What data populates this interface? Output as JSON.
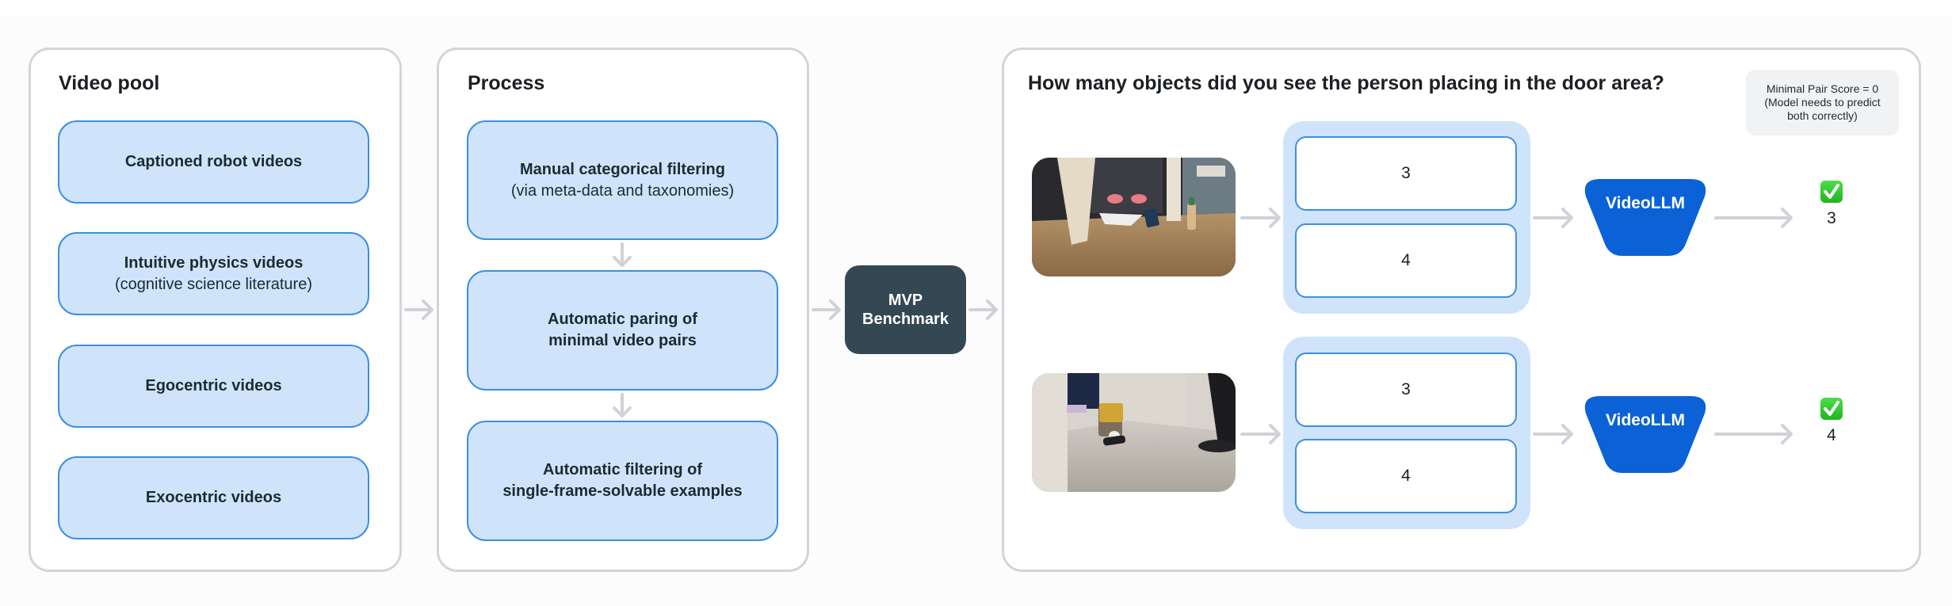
{
  "video_pool": {
    "title": "Video pool",
    "items": [
      {
        "line1": "Captioned robot videos",
        "line2": ""
      },
      {
        "line1": "Intuitive physics videos",
        "line2": "(cognitive science literature)"
      },
      {
        "line1": "Egocentric videos",
        "line2": ""
      },
      {
        "line1": "Exocentric videos",
        "line2": ""
      }
    ]
  },
  "process": {
    "title": "Process",
    "steps": [
      {
        "line1": "Manual categorical filtering",
        "line2": "(via meta-data and taxonomies)"
      },
      {
        "line1": "Automatic paring of",
        "line2": "minimal video pairs"
      },
      {
        "line1": "Automatic filtering of",
        "line2": "single-frame-solvable examples"
      }
    ]
  },
  "benchmark": {
    "line1": "MVP",
    "line2": "Benchmark"
  },
  "example": {
    "question": "How many objects did you see the person placing in the door area?",
    "score_note": {
      "line1": "Minimal Pair Score = 0",
      "line2": "(Model needs to predict",
      "line3": "both correctly)"
    },
    "rows": [
      {
        "thumbnail": "video-frame-door-bottle",
        "choices": [
          "3",
          "4"
        ],
        "model_label": "VideoLLM",
        "result_icon": "check-mark-icon",
        "prediction": "3"
      },
      {
        "thumbnail": "video-frame-bag-floor",
        "choices": [
          "3",
          "4"
        ],
        "model_label": "VideoLLM",
        "result_icon": "check-mark-icon",
        "prediction": "4"
      }
    ]
  },
  "colors": {
    "box_fill": "#cfe4fa",
    "box_border": "#3d8fe0",
    "benchmark_fill": "#344854",
    "model_fill": "#0b62d6",
    "arrow": "#cfd2d7",
    "check": "#2ec52a"
  }
}
